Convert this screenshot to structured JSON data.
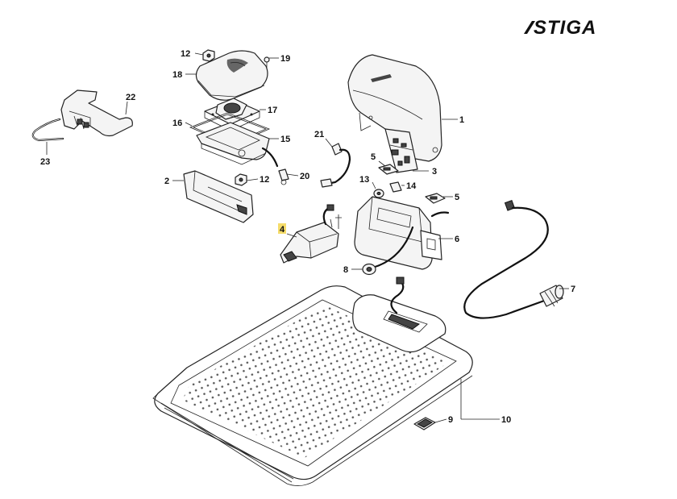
{
  "brand": {
    "logo_text": "STIGA"
  },
  "highlight": {
    "color": "#f5dc6a",
    "label": "4"
  },
  "callouts": [
    {
      "id": "c1",
      "label": "1"
    },
    {
      "id": "c2",
      "label": "2"
    },
    {
      "id": "c3",
      "label": "3"
    },
    {
      "id": "c4",
      "label": "4"
    },
    {
      "id": "c5a",
      "label": "5"
    },
    {
      "id": "c5b",
      "label": "5"
    },
    {
      "id": "c6",
      "label": "6"
    },
    {
      "id": "c7",
      "label": "7"
    },
    {
      "id": "c8",
      "label": "8"
    },
    {
      "id": "c9",
      "label": "9"
    },
    {
      "id": "c10",
      "label": "10"
    },
    {
      "id": "c12a",
      "label": "12"
    },
    {
      "id": "c12b",
      "label": "12"
    },
    {
      "id": "c13",
      "label": "13"
    },
    {
      "id": "c14",
      "label": "14"
    },
    {
      "id": "c15",
      "label": "15"
    },
    {
      "id": "c16",
      "label": "16"
    },
    {
      "id": "c17",
      "label": "17"
    },
    {
      "id": "c18",
      "label": "18"
    },
    {
      "id": "c19",
      "label": "19"
    },
    {
      "id": "c20",
      "label": "20"
    },
    {
      "id": "c21",
      "label": "21"
    },
    {
      "id": "c22",
      "label": "22"
    },
    {
      "id": "c23",
      "label": "23"
    }
  ]
}
